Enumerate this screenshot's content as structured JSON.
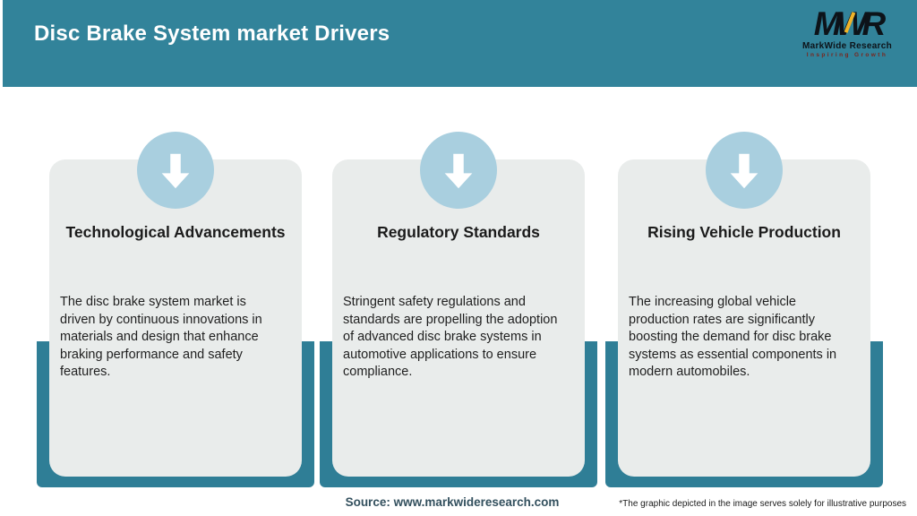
{
  "header": {
    "title": "Disc Brake System market Drivers"
  },
  "logo": {
    "monogram": "MWR",
    "name": "MarkWide Research",
    "tagline": "Inspiring Growth"
  },
  "cards": [
    {
      "icon": "down-arrow-icon",
      "title": "Technological Advancements",
      "body": "The disc brake system market is driven by continuous innovations in materials and design that enhance braking performance and safety features."
    },
    {
      "icon": "down-arrow-icon",
      "title": "Regulatory Standards",
      "body": "Stringent safety regulations and standards are propelling the adoption of advanced disc brake systems in automotive applications to ensure compliance."
    },
    {
      "icon": "down-arrow-icon",
      "title": "Rising Vehicle Production",
      "body": "The increasing global vehicle production rates are significantly boosting the demand for disc brake systems as essential components in modern automobiles."
    }
  ],
  "footer": {
    "source": "Source: www.markwideresearch.com",
    "disclaimer": "*The graphic depicted in the image serves solely for illustrative purposes"
  },
  "colors": {
    "header_teal": "#32839a",
    "shadow_teal": "#2f7e96",
    "card_gray": "#e9eceb",
    "circle_blue": "#a9cfdf",
    "logo_accent_yellow": "#f0b429",
    "tagline_maroon": "#7b241c",
    "source_text": "#33505e"
  }
}
